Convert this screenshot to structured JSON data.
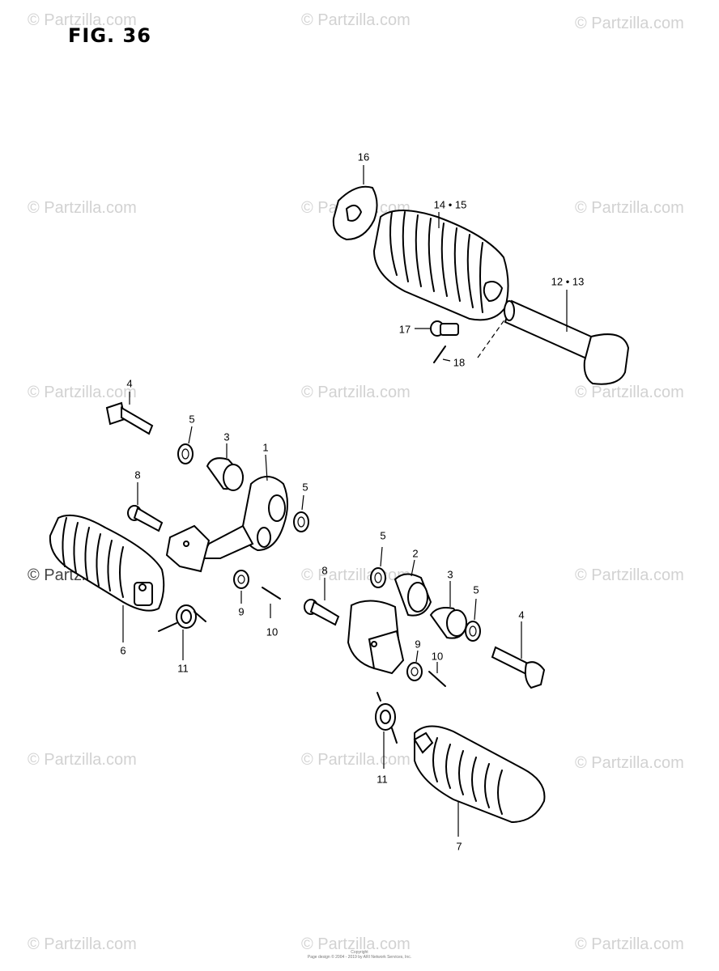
{
  "figure": {
    "title": "FIG. 36"
  },
  "watermark": {
    "text": "© Partzilla.com"
  },
  "callouts": [
    {
      "id": "16",
      "label": "16"
    },
    {
      "id": "14-15",
      "label": "14 • 15"
    },
    {
      "id": "12-13",
      "label": "12 • 13"
    },
    {
      "id": "17",
      "label": "17"
    },
    {
      "id": "18",
      "label": "18"
    },
    {
      "id": "4a",
      "label": "4"
    },
    {
      "id": "5a",
      "label": "5"
    },
    {
      "id": "3a",
      "label": "3"
    },
    {
      "id": "1",
      "label": "1"
    },
    {
      "id": "8a",
      "label": "8"
    },
    {
      "id": "5b",
      "label": "5"
    },
    {
      "id": "6",
      "label": "6"
    },
    {
      "id": "11a",
      "label": "11"
    },
    {
      "id": "9a",
      "label": "9"
    },
    {
      "id": "10a",
      "label": "10"
    },
    {
      "id": "5c",
      "label": "5"
    },
    {
      "id": "2",
      "label": "2"
    },
    {
      "id": "3b",
      "label": "3"
    },
    {
      "id": "5d",
      "label": "5"
    },
    {
      "id": "4b",
      "label": "4"
    },
    {
      "id": "8b",
      "label": "8"
    },
    {
      "id": "9b",
      "label": "9"
    },
    {
      "id": "10b",
      "label": "10"
    },
    {
      "id": "11b",
      "label": "11"
    },
    {
      "id": "7",
      "label": "7"
    }
  ],
  "copyright": {
    "line1": "Copyright",
    "line2": "Page design © 2004 - 2019 by ARI Network Services, Inc."
  }
}
